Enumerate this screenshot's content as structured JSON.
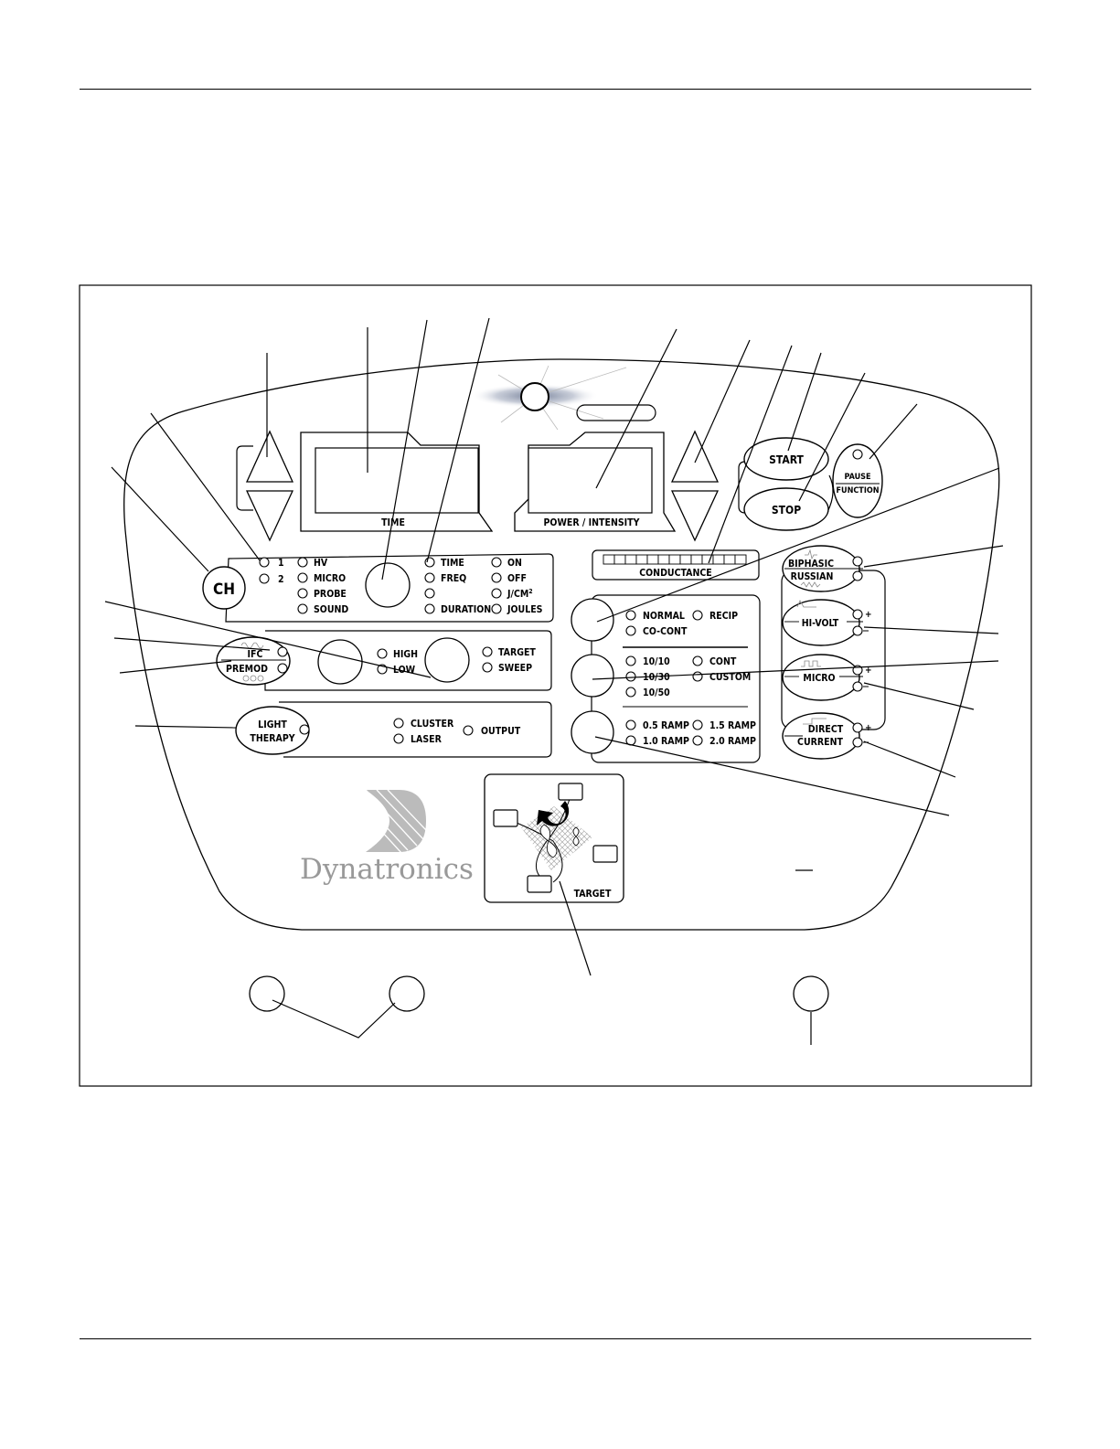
{
  "display": {
    "time_label": "TIME",
    "power_label": "POWER / INTENSITY",
    "conductance_label": "CONDUCTANCE"
  },
  "channel": {
    "button": "CH",
    "ch1": "1",
    "ch2": "2"
  },
  "modality": {
    "hv": "HV",
    "micro": "MICRO",
    "probe": "PROBE",
    "sound": "SOUND"
  },
  "parameters": {
    "time": "TIME",
    "freq": "FREQ",
    "duration": "DURATION",
    "on": "ON",
    "off": "OFF",
    "jcm2": "J/CM",
    "jcm2_sup": "2",
    "joules": "JOULES"
  },
  "ifc": {
    "ifc": "IFC",
    "premod": "PREMOD",
    "high": "HIGH",
    "low": "LOW",
    "target": "TARGET",
    "sweep": "SWEEP"
  },
  "light": {
    "line1": "LIGHT",
    "line2": "THERAPY",
    "cluster": "CLUSTER",
    "laser": "LASER",
    "output": "OUTPUT"
  },
  "modes": {
    "normal": "NORMAL",
    "recip": "RECIP",
    "cocont": "CO-CONT",
    "r1010": "10/10",
    "r1030": "10/30",
    "r1050": "10/50",
    "cont": "CONT",
    "custom": "CUSTOM",
    "ramp05": "0.5 RAMP",
    "ramp10": "1.0 RAMP",
    "ramp15": "1.5 RAMP",
    "ramp20": "2.0 RAMP"
  },
  "controls": {
    "start": "START",
    "stop": "STOP",
    "pause": "PAUSE",
    "function": "FUNCTION"
  },
  "waveforms": {
    "biphasic": "BIPHASIC",
    "russian": "RUSSIAN",
    "hivolt": "HI-VOLT",
    "micro": "MICRO",
    "direct": "DIRECT",
    "current": "CURRENT",
    "plus": "+"
  },
  "target_pad": {
    "label": "TARGET"
  },
  "brand": {
    "name": "Dynatronics"
  }
}
